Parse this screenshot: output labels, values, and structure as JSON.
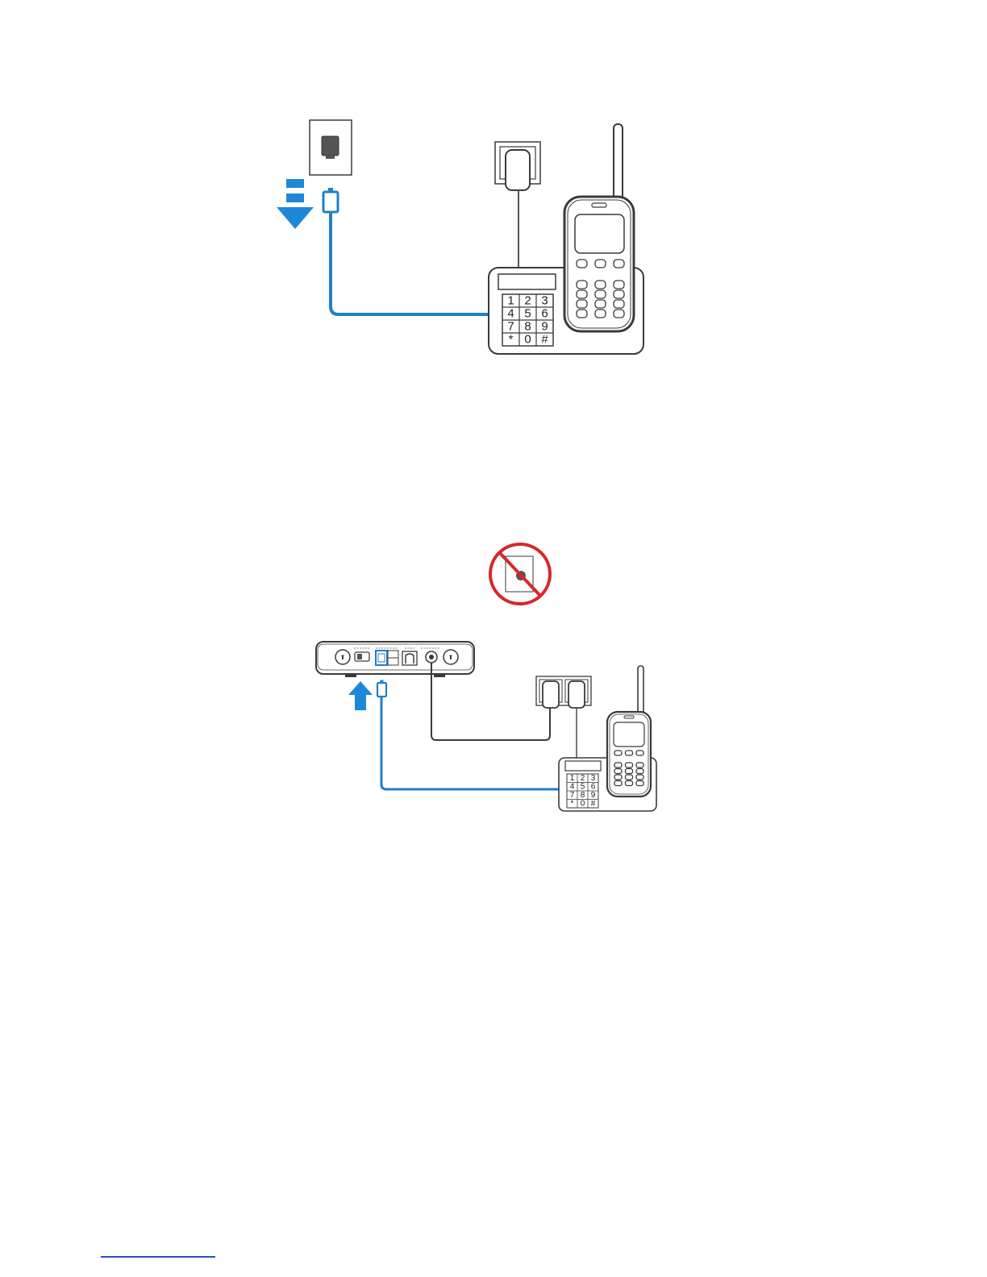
{
  "colors": {
    "cable_blue": "#1f7fc8",
    "arrow_blue": "#1e88d8",
    "outline": "#3a3a3a",
    "prohibit_red": "#d9262a",
    "link_blue": "#2a4fc9"
  },
  "figure1": {
    "keypad": [
      "1",
      "2",
      "3",
      "4",
      "5",
      "6",
      "7",
      "8",
      "9",
      "*",
      "0",
      "#"
    ],
    "arrow_direction": "down",
    "icon": "disconnect-arrow-icon"
  },
  "figure2": {
    "keypad": [
      "1",
      "2",
      "3",
      "4",
      "5",
      "6",
      "7",
      "8",
      "9",
      "*",
      "0",
      "#"
    ],
    "arrow_direction": "up",
    "icon": "connect-arrow-icon",
    "prohibit_icon": "no-wall-socket-icon"
  }
}
